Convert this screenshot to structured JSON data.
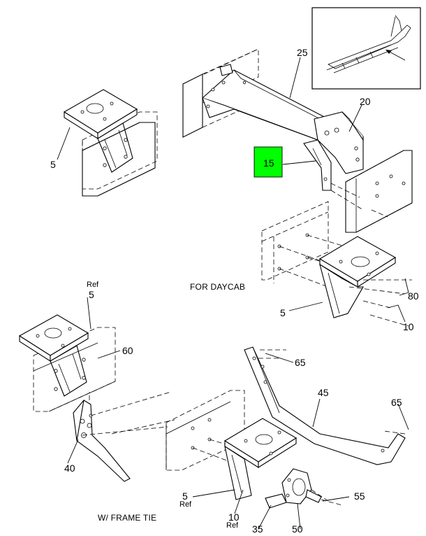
{
  "callouts": {
    "c25": "25",
    "c20": "20",
    "c15": "15",
    "c5_top": "5",
    "c5_mid": "5",
    "c80": "80",
    "c10_mid": "10",
    "c5_ref_top_num": "5",
    "c5_ref_top_ref": "Ref",
    "c60": "60",
    "c40": "40",
    "c65_a": "65",
    "c45": "45",
    "c65_b": "65",
    "c55": "55",
    "c5_ref_bot_num": "5",
    "c5_ref_bot_ref": "Ref",
    "c10_ref_num": "10",
    "c10_ref_ref": "Ref",
    "c35": "35",
    "c50": "50"
  },
  "captions": {
    "daycab": "FOR DAYCAB",
    "frame_tie": "W/ FRAME TIE"
  },
  "colors": {
    "highlight": "#00ff00",
    "line": "#000000"
  }
}
